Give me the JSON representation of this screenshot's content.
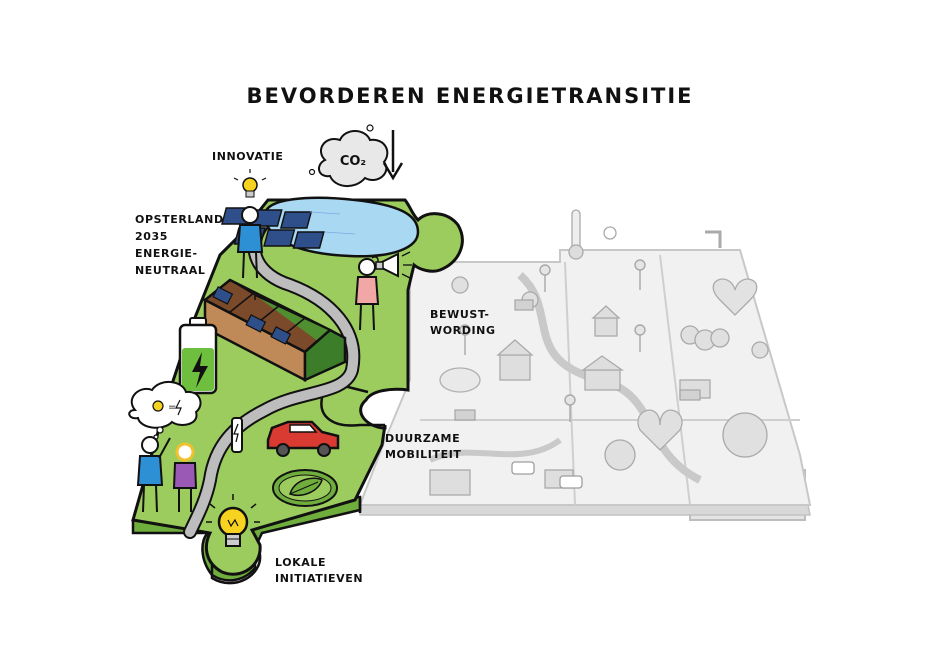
{
  "title": "BEVORDEREN ENERGIETRANSITIE",
  "labels": {
    "innovatie": "INNOVATIE",
    "co2": "CO₂",
    "opsterland": [
      "OPSTERLAND",
      "2035",
      "ENERGIE-",
      "NEUTRAAL"
    ],
    "bewustwording": [
      "BEWUST-",
      "WORDING"
    ],
    "mobiliteit": [
      "DUURZAME",
      "MOBILITEIT"
    ],
    "lokale": [
      "LOKALE",
      "INITIATIEVEN"
    ]
  },
  "colors": {
    "grass": "#9ccc5e",
    "grass_dark": "#6fae3c",
    "water": "#a9d8f2",
    "solar": "#2f4f8a",
    "roof": "#7a4a2a",
    "car": "#d93a32",
    "person_blue": "#2d8fd4",
    "person_pink": "#f2a7a7",
    "person_purple": "#9b59b6",
    "bulb": "#f7d21e",
    "faded": "#d6d6d6",
    "road": "#bdbdbd"
  },
  "icons": [
    "cloud-icon",
    "down-arrow-icon",
    "lightbulb-icon",
    "battery-icon",
    "lightning-icon",
    "solar-panel-icon",
    "megaphone-icon",
    "car-icon",
    "leaf-icon",
    "charging-station-icon",
    "thought-bubble-icon",
    "sun-icon"
  ]
}
